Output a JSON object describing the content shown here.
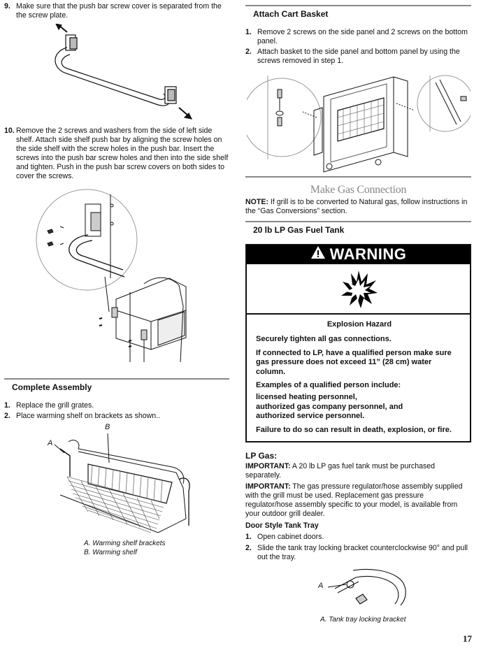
{
  "left": {
    "step9": {
      "num": "9.",
      "text": "Make sure that the push bar screw cover is separated from the the screw plate."
    },
    "step10": {
      "num": "10.",
      "text": "Remove the 2 screws and washers from the side of left side shelf. Attach side shelf push bar by aligning the screw holes on the side shelf with the screw holes in the push bar. Insert the screws into the push bar screw holes and then into the side shelf and tighten. Push in the push bar screw covers on both sides to cover the screws."
    },
    "complete_assembly": {
      "title": "Complete Assembly",
      "steps": [
        {
          "num": "1.",
          "text": "Replace the grill grates."
        },
        {
          "num": "2.",
          "text": "Place warming shelf on brackets as shown.."
        }
      ],
      "label_a": "A",
      "label_b": "B",
      "caption_a": "A. Warming shelf brackets",
      "caption_b": "B. Warming shelf"
    }
  },
  "right": {
    "cart_basket": {
      "title": "Attach Cart Basket",
      "steps": [
        {
          "num": "1.",
          "text": "Remove 2 screws on the side panel and 2 screws on the bottom panel."
        },
        {
          "num": "2.",
          "text": "Attach basket to the side panel and bottom panel by using the screws removed in step 1."
        }
      ]
    },
    "gas_title": "Make Gas Connection",
    "note_label": "NOTE:",
    "note_text": " If grill is to be converted to Natural gas, follow instructions in the “Gas Conversions” section.",
    "tank_title": "20 lb LP Gas Fuel Tank",
    "warning": {
      "header": "WARNING",
      "hazard": "Explosion Hazard",
      "lines": [
        "Securely tighten all gas connections.",
        "If connected to LP, have a qualified person make sure gas pressure does not exceed 11” (28 cm) water column.",
        "Examples of a qualified person include:",
        "Failure to do so can result in death, explosion, or fire."
      ],
      "examples": [
        "licensed heating personnel,",
        "authorized gas company personnel, and",
        "authorized service personnel."
      ]
    },
    "lp": {
      "title": "LP Gas:",
      "important1_label": "IMPORTANT:",
      "important1": " A 20 lb LP gas fuel tank must be purchased separately.",
      "important2_label": "IMPORTANT:",
      "important2": " The gas pressure regulator/hose assembly supplied with the grill must be used. Replacement gas pressure regulator/hose assembly specific to your model, is available from your outdoor grill dealer.",
      "tray_title": "Door Style Tank Tray",
      "steps": [
        {
          "num": "1.",
          "text": "Open cabinet doors."
        },
        {
          "num": "2.",
          "text": "Slide the tank tray locking bracket counterclockwise 90° and pull out the tray."
        }
      ],
      "label_a": "A",
      "caption": "A. Tank tray locking bracket"
    }
  },
  "page_number": "17",
  "colors": {
    "rule": "#888888",
    "warning_bar": "#000000",
    "title_gray": "#888888"
  }
}
